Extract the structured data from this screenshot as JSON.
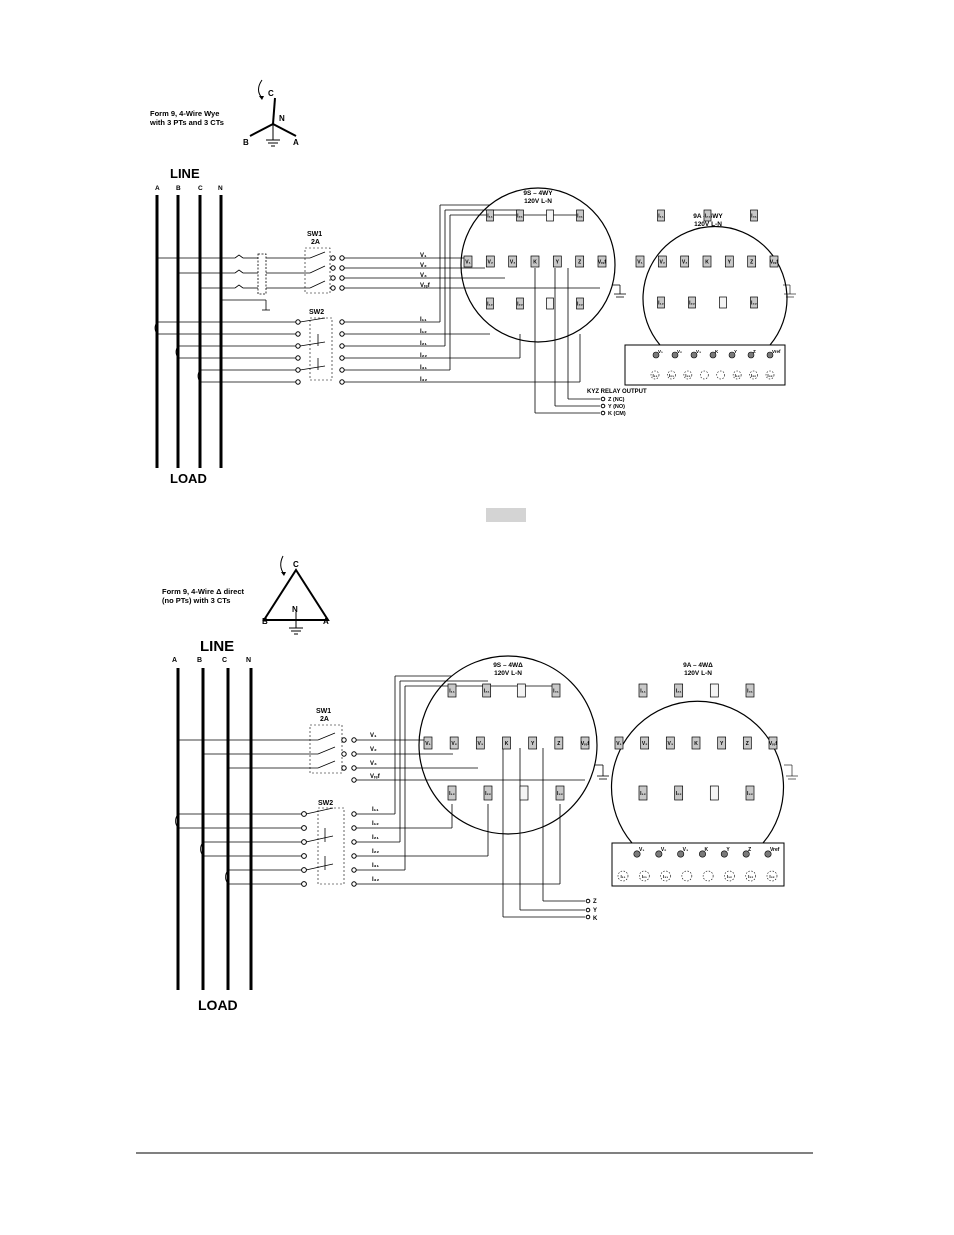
{
  "page": {
    "gray_tab": ""
  },
  "diagram1": {
    "title": "Form 9, 4-Wire Wye",
    "subtitle": "with 3 PTs and 3 CTs",
    "phasor": {
      "c": "C",
      "n": "N",
      "b": "B",
      "a": "A"
    },
    "line_label": "LINE",
    "load_label": "LOAD",
    "bus": [
      "A",
      "B",
      "C",
      "N"
    ],
    "sw1": {
      "name": "SW1",
      "rating": "2A"
    },
    "sw2": {
      "name": "SW2"
    },
    "v_labels": [
      "V₁",
      "V₂",
      "V₃",
      "Vᵣₑf"
    ],
    "i_labels": [
      "I₁₁",
      "I₁₂",
      "I₂₁",
      "I₂₂",
      "I₃₁",
      "I₃₂"
    ],
    "meter_s": {
      "title": "9S – 4WY",
      "subtitle": "120V L-N",
      "top": [
        "I₁₁",
        "I₂₁",
        "",
        "I₃₁"
      ],
      "mid": [
        "V₁",
        "V₂",
        "V₃",
        "K",
        "Y",
        "Z",
        "Vᵣₑf"
      ],
      "bot": [
        "I₁₂",
        "I₂₂",
        "",
        "I₃₂"
      ]
    },
    "meter_a": {
      "title": "9A – 4WY",
      "subtitle": "120V L-N",
      "top": [
        "I₁₁",
        "I₂₁",
        "I₃₁"
      ],
      "mid": [
        "V₁",
        "V₂",
        "V₃",
        "K",
        "Y",
        "Z",
        "Vᵣₑf"
      ],
      "bot": [
        "I₁₂",
        "I₂₂",
        "",
        "I₃₂"
      ],
      "base_top": [
        "V₁",
        "V₂",
        "V₃",
        "K",
        "Y",
        "Z",
        "Vref"
      ],
      "base_bot": [
        "I₁₁",
        "I₂₁",
        "I₃₁",
        "",
        "",
        "I₁₂",
        "I₂₂",
        "I₃₂"
      ]
    },
    "kyz": {
      "title": "KYZ RELAY OUTPUT",
      "lines": [
        "Z (NC)",
        "Y (NO)",
        "K (CM)"
      ]
    }
  },
  "diagram2": {
    "title": "Form 9, 4-Wire Δ  direct",
    "subtitle": "(no PTs) with 3 CTs",
    "phasor": {
      "c": "C",
      "n": "N",
      "b": "B",
      "a": "A"
    },
    "line_label": "LINE",
    "load_label": "LOAD",
    "bus": [
      "A",
      "B",
      "C",
      "N"
    ],
    "sw1": {
      "name": "SW1",
      "rating": "2A"
    },
    "sw2": {
      "name": "SW2"
    },
    "v_labels": [
      "V₁",
      "V₂",
      "V₃",
      "Vᵣₑf"
    ],
    "i_labels": [
      "I₁₁",
      "I₁₂",
      "I₂₁",
      "I₂₂",
      "I₃₁",
      "I₃₂"
    ],
    "meter_s": {
      "title": "9S – 4WΔ",
      "subtitle": "120V L-N",
      "top": [
        "I₁₁",
        "I₂₁",
        "",
        "I₃₁"
      ],
      "mid": [
        "V₁",
        "V₂",
        "V₃",
        "K",
        "Y",
        "Z",
        "Vᵣₑf"
      ],
      "bot": [
        "I₁₂",
        "I₂₂",
        "",
        "I₃₂"
      ]
    },
    "meter_a": {
      "title": "9A – 4WΔ",
      "subtitle": "120V L-N",
      "top": [
        "I₁₁",
        "I₂₁",
        "",
        "I₃₁"
      ],
      "mid": [
        "V₁",
        "V₂",
        "V₃",
        "K",
        "Y",
        "Z",
        "Vᵣₑf"
      ],
      "bot": [
        "I₁₂",
        "I₂₂",
        "",
        "I₃₂"
      ],
      "base_top": [
        "V₁",
        "V₂",
        "V₃",
        "K",
        "Y",
        "Z",
        "Vref"
      ],
      "base_bot": [
        "I₁₁",
        "I₂₁",
        "I₃₁",
        "",
        "",
        "I₁₂",
        "I₂₂",
        "I₃₂"
      ]
    },
    "kyz": {
      "title": "",
      "lines": [
        "Z",
        "Y",
        "K"
      ]
    }
  }
}
